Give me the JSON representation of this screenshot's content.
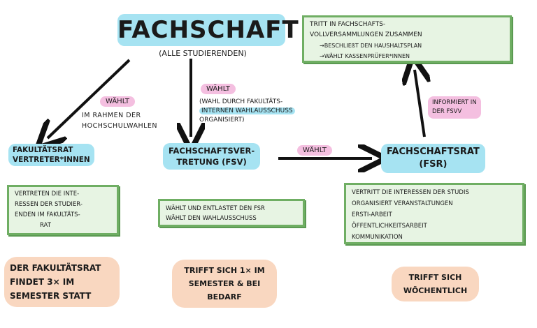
{
  "top": {
    "title": "FACHSCHAFT",
    "subtitle": "(ALLE STUDIERENDEN)"
  },
  "left": {
    "arrow_tag": "WÄHLT",
    "arrow_note": "IM RAHMEN DER HOCHSCHULWAHLEN",
    "node_title_line1": "FAKULTÄTSRAT",
    "node_title_line2": "VERTRETER*INNEN",
    "task_lines": [
      "VERTRETEN DIE INTE-",
      "RESSEN DER STUDIER-",
      "ENDEN IM FAKULTÄTS-",
      "RAT"
    ],
    "meeting_lines": [
      "DER FAKULTÄTSRAT",
      "FINDET 3× IM",
      "SEMESTER STATT"
    ]
  },
  "middle": {
    "arrow_tag": "WÄHLT",
    "arrow_note_lines": [
      "(WAHL DURCH FAKULTÄTS-",
      "INTERNEN WAHLAUSSCHUSS",
      "ORGANISIERT)"
    ],
    "node_title_line1": "FACHSCHAFTSVER-",
    "node_title_line2": "TRETUNG (FSV)",
    "task_lines": [
      "WÄHLT UND ENTLASTET DEN FSR",
      "WÄHLT DEN WAHLAUSSCHUSS"
    ],
    "meeting_lines": [
      "TRIFFT SICH 1× IM",
      "SEMESTER & BEI",
      "BEDARF"
    ]
  },
  "right": {
    "arrow_tag": "WÄHLT",
    "node_title_line1": "FACHSCHAFTSRAT",
    "node_title_line2": "(FSR)",
    "inform_note_lines": [
      "INFORMIERT IN",
      "DER FSVV"
    ],
    "assembly_lines": [
      "TRITT IN FACHSCHAFTS-",
      "VOLLVERSAMMLUNGEN ZUSAMMEN",
      "→BESCHLIEßT DEN HAUSHALTSPLAN",
      "→WÄHLT KASSENPRÜFER*INNEN"
    ],
    "task_lines": [
      "VERTRITT DIE INTERESSEN DER STUDIS",
      "ORGANISIERT VERANSTALTUNGEN",
      "ERSTI-ARBEIT",
      "ÖFFENTLICHKEITSARBEIT",
      "KOMMUNIKATION"
    ],
    "meeting_lines": [
      "TRIFFT SICH",
      "WÖCHENTLICH"
    ]
  },
  "colors": {
    "blue": "#a6e3f2",
    "pink": "#f4bfe0",
    "peach": "#f9d7c0",
    "green_fill": "#e7f4e3",
    "green_border": "#6fae63"
  }
}
